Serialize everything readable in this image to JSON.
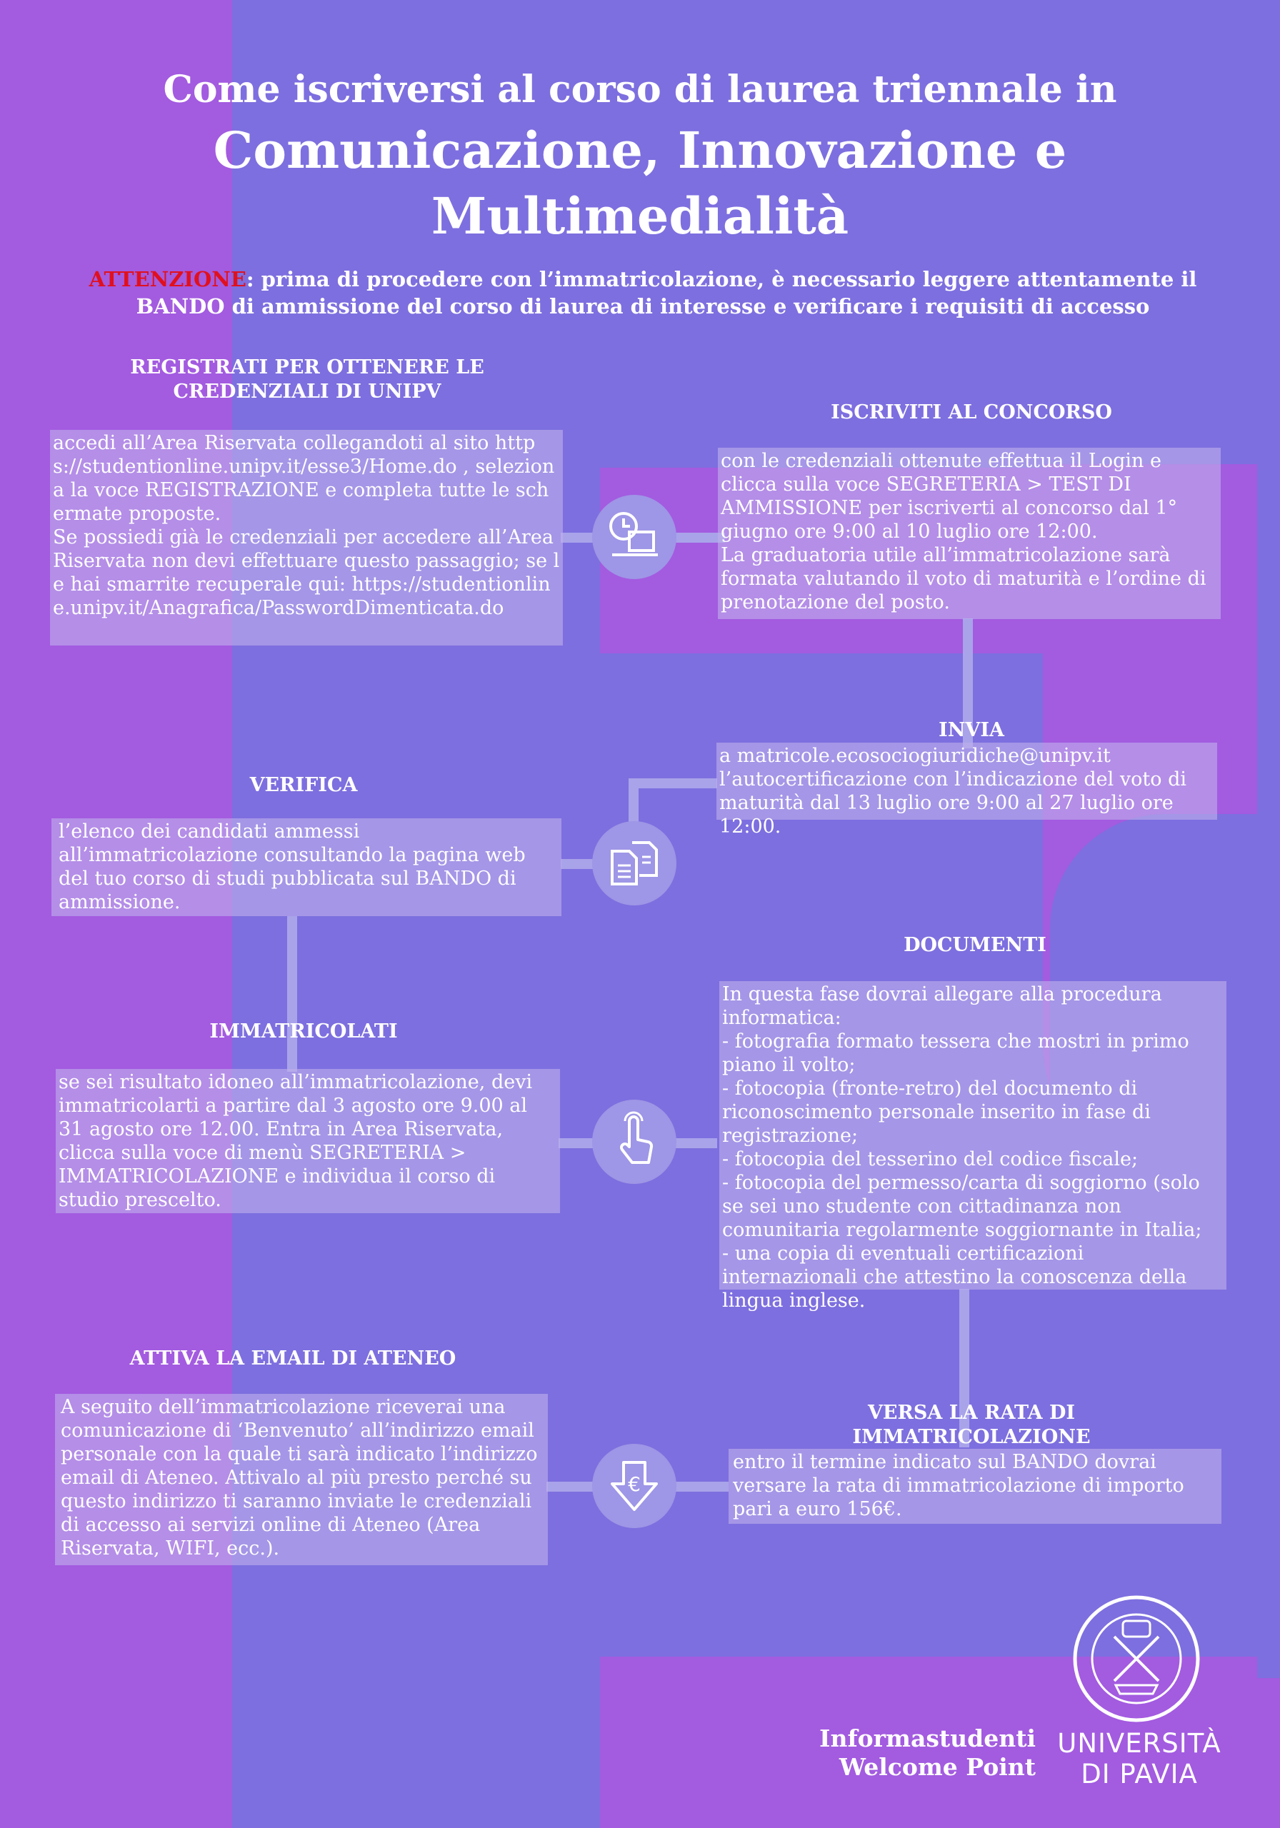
{
  "header": {
    "title_line1": "Come iscriversi al corso di laurea triennale in",
    "title_line2": "Comunicazione, Innovazione e",
    "title_line3": "Multimedialità",
    "attention_label": "ATTENZIONE",
    "attention_text": ":  prima di procedere con l’immatricolazione, è necessario leggere attentamente il BANDO di ammissione del corso di laurea di interesse e verificare i requisiti di accesso"
  },
  "steps": {
    "registrati": {
      "title": "REGISTRATI PER OTTENERE LE CREDENZIALI DI UNIPV",
      "text": "accedi all’Area Riservata collegandoti al sito https://studentionline.unipv.it/esse3/Home.do , seleziona la voce REGISTRAZIONE e completa tutte le schermate proposte.\nSe possiedi già le credenziali per accedere all’Area Riservata non devi effettuare questo passaggio; se le hai smarrite recuperale qui: https://studentionline.unipv.it/Anagrafica/PasswordDimenticata.do"
    },
    "iscriviti": {
      "title": "ISCRIVITI AL CONCORSO",
      "text": "con le credenziali ottenute effettua il Login e clicca sulla voce SEGRETERIA > TEST DI AMMISSIONE per iscriverti al concorso dal 1° giugno ore 9:00 al 10 luglio ore 12:00.\nLa graduatoria utile all’immatricolazione sarà formata valutando il voto di maturità e l’ordine di prenotazione del posto."
    },
    "invia": {
      "title": "INVIA",
      "text": "a matricole.ecosociogiuridiche@unipv.it\nl’autocertificazione con l’indicazione del voto di maturità dal 13 luglio ore 9:00 al 27 luglio ore 12:00."
    },
    "verifica": {
      "title": "VERIFICA",
      "text": "l’elenco dei candidati ammessi all’immatricolazione consultando la pagina web del tuo corso di studi pubblicata sul BANDO di ammissione."
    },
    "documenti": {
      "title": "DOCUMENTI",
      "text": "In questa fase dovrai allegare alla procedura informatica:\n- fotografia formato tessera che mostri in primo piano il volto;\n- fotocopia (fronte-retro) del documento di riconoscimento personale inserito in fase di registrazione;\n- fotocopia del tesserino del codice fiscale;\n- fotocopia del permesso/carta di soggiorno (solo se sei uno studente con cittadinanza non comunitaria regolarmente soggiornante in Italia;\n- una copia di eventuali certificazioni internazionali che attestino la conoscenza della lingua inglese."
    },
    "immatricolati": {
      "title": "IMMATRICOLATI",
      "text": "se sei risultato idoneo all’immatricolazione, devi immatricolarti a partire dal 3 agosto ore 9.00 al 31 agosto ore 12.00. Entra in Area Riservata, clicca sulla voce di menù SEGRETERIA > IMMATRICOLAZIONE e individua il corso di studio prescelto."
    },
    "attiva": {
      "title": "ATTIVA LA EMAIL DI ATENEO",
      "text": "A seguito dell’immatricolazione riceverai una comunicazione di ‘Benvenuto’ all’indirizzo email personale con la quale ti sarà indicato l’indirizzo email di Ateneo. Attivalo al più presto perché su questo indirizzo ti saranno inviate le credenziali di accesso ai servizi online di Ateneo (Area Riservata, WIFI, ecc.)."
    },
    "versa": {
      "title": "VERSA LA RATA DI IMMATRICOLAZIONE",
      "text": "entro il termine indicato sul BANDO dovrai versare la rata di immatricolazione di importo pari a euro 156€."
    }
  },
  "footer": {
    "line1": "Informastudenti",
    "line2": "Welcome Point",
    "university_line1": "UNIVERSITÀ",
    "university_line2": "DI PAVIA"
  },
  "icons": [
    "clock-laptop-icon",
    "documents-icon",
    "hand-pointer-icon",
    "euro-download-icon",
    "university-seal-icon"
  ],
  "colors": {
    "violet": "#7d6fdf",
    "magenta": "#a35be0",
    "attention_red": "#e0101e",
    "box": "#beafeb"
  }
}
